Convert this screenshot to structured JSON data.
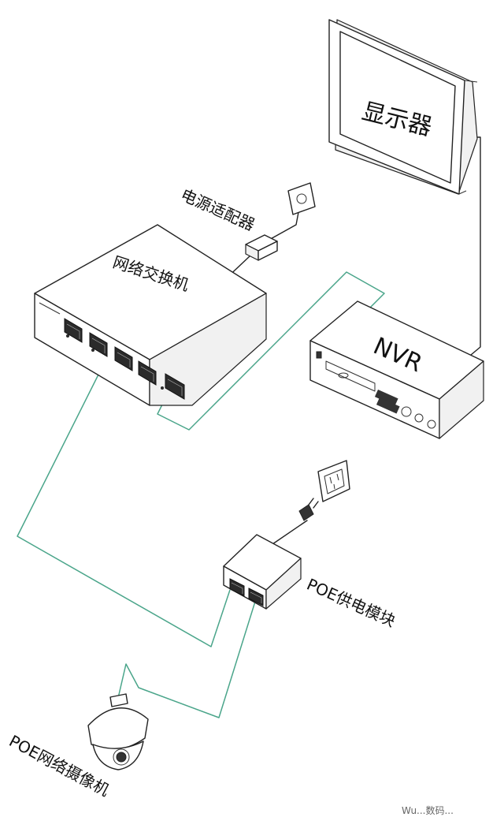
{
  "labels": {
    "monitor": "显示器",
    "power_adapter": "电源适配器",
    "switch": "网络交换机",
    "nvr": "NVR",
    "poe_module": "POE供电模块",
    "poe_camera": "POE网络摄像机",
    "watermark": "Wu...数码..."
  },
  "colors": {
    "cable_network": "#4aa58a",
    "line": "#222222"
  }
}
